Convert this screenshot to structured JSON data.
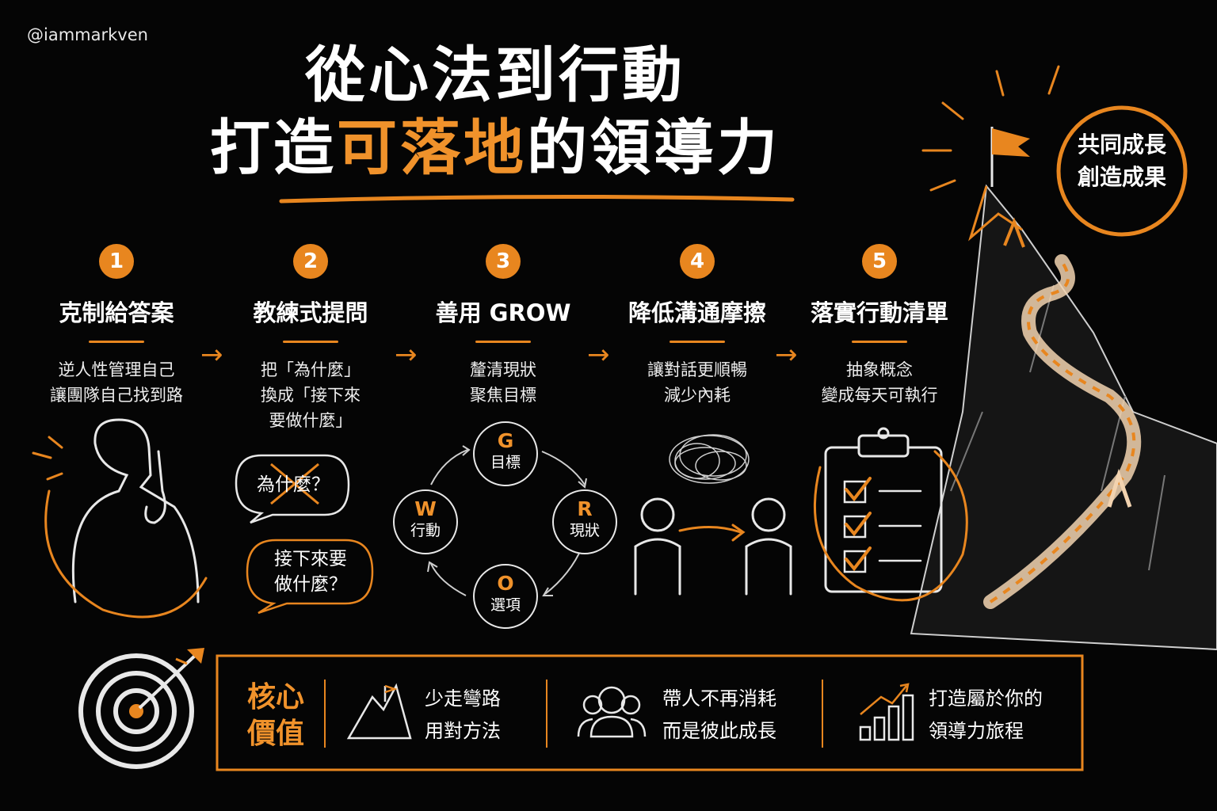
{
  "handle": "@iammarkven",
  "title": {
    "line1": "從心法到行動",
    "line2_pre": "打造",
    "line2_highlight": "可落地",
    "line2_post": "的領導力"
  },
  "badge": {
    "line1": "共同成長",
    "line2": "創造成果"
  },
  "steps": [
    {
      "num": "1",
      "label": "克制給答案",
      "desc1": "逆人性管理自己",
      "desc2": "讓團隊自己找到路",
      "desc3": ""
    },
    {
      "num": "2",
      "label": "教練式提問",
      "desc1": "把「為什麼」",
      "desc2": "換成「接下來",
      "desc3": "要做什麼」"
    },
    {
      "num": "3",
      "label": "善用 GROW",
      "desc1": "釐清現狀",
      "desc2": "聚焦目標",
      "desc3": ""
    },
    {
      "num": "4",
      "label": "降低溝通摩擦",
      "desc1": "讓對話更順暢",
      "desc2": "減少內耗",
      "desc3": ""
    },
    {
      "num": "5",
      "label": "落實行動清單",
      "desc1": "抽象概念",
      "desc2": "變成每天可執行",
      "desc3": ""
    }
  ],
  "arrow_glyph": "→",
  "bubbles": {
    "crossed": "為什麼？",
    "answer_line1": "接下來要",
    "answer_line2": "做什麼？"
  },
  "grow": {
    "g": {
      "letter": "G",
      "word": "目標"
    },
    "r": {
      "letter": "R",
      "word": "現狀"
    },
    "o": {
      "letter": "O",
      "word": "選項"
    },
    "w": {
      "letter": "W",
      "word": "行動"
    }
  },
  "core": {
    "label_line1": "核心",
    "label_line2": "價值",
    "items": [
      {
        "icon": "mountain-flag-icon",
        "line1": "少走彎路",
        "line2": "用對方法"
      },
      {
        "icon": "people-group-icon",
        "line1": "帶人不再消耗",
        "line2": "而是彼此成長"
      },
      {
        "icon": "growth-chart-icon",
        "line1": "打造屬於你的",
        "line2": "領導力旅程"
      }
    ]
  },
  "colors": {
    "accent": "#e8861f",
    "background": "#050505",
    "text": "#ffffff"
  }
}
